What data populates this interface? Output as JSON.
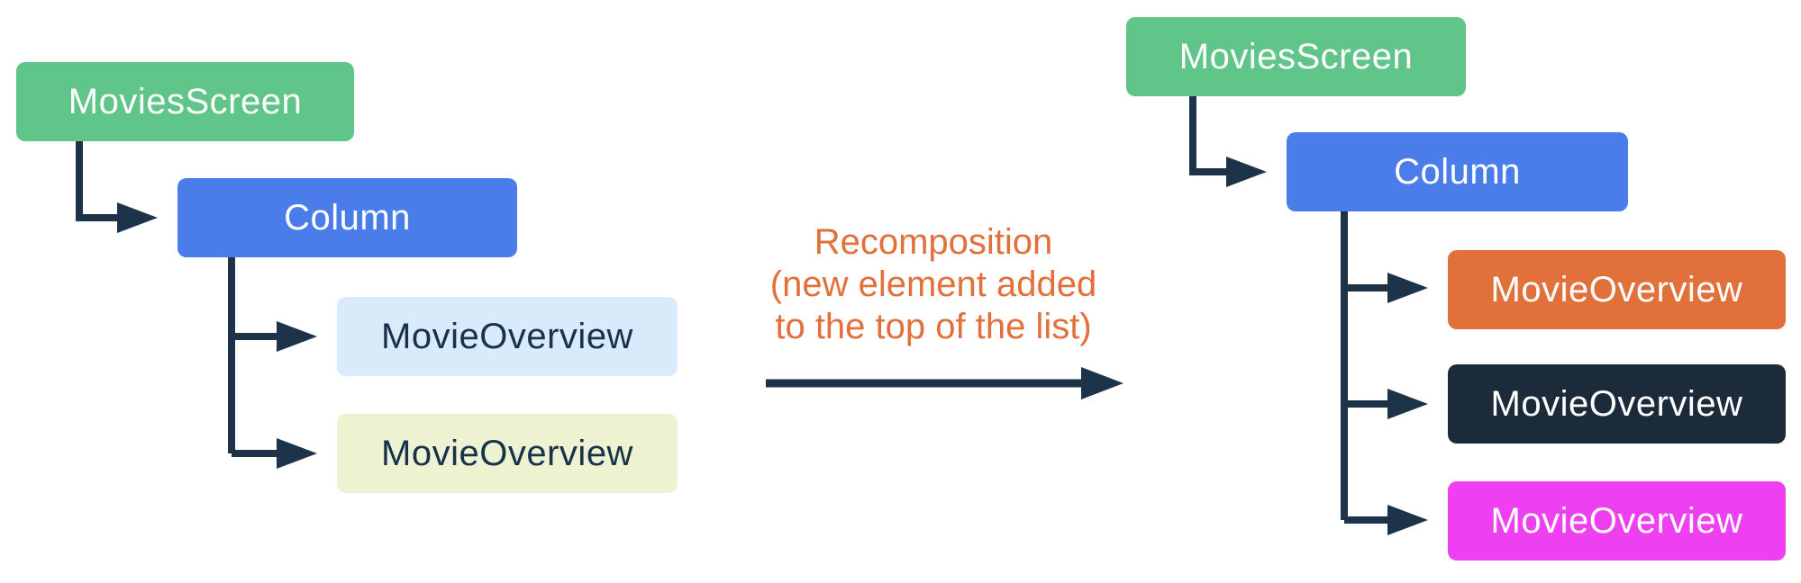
{
  "palette": {
    "green": "#5FC588",
    "blue": "#4A7DE9",
    "light_blue": "#D9EAFB",
    "light_yellow": "#EDF2D0",
    "orange": "#E2703A",
    "dark_navy": "#1C2B3A",
    "magenta": "#EE3FF0",
    "line": "#1C3349",
    "caption_orange": "#E2703A",
    "text_on_dark": "#FFFFFF",
    "text_on_light": "#17324A",
    "background": "#FFFFFF"
  },
  "left_tree": {
    "root": {
      "label": "MoviesScreen",
      "color_key": "green"
    },
    "container": {
      "label": "Column",
      "color_key": "blue"
    },
    "children": [
      {
        "label": "MovieOverview",
        "color_key": "light_blue"
      },
      {
        "label": "MovieOverview",
        "color_key": "light_yellow"
      }
    ]
  },
  "center": {
    "caption_lines": [
      "Recomposition",
      "(new element added",
      "to the top of the list)"
    ]
  },
  "right_tree": {
    "root": {
      "label": "MoviesScreen",
      "color_key": "green"
    },
    "container": {
      "label": "Column",
      "color_key": "blue"
    },
    "children": [
      {
        "label": "MovieOverview",
        "color_key": "orange"
      },
      {
        "label": "MovieOverview",
        "color_key": "dark_navy"
      },
      {
        "label": "MovieOverview",
        "color_key": "magenta"
      }
    ]
  }
}
